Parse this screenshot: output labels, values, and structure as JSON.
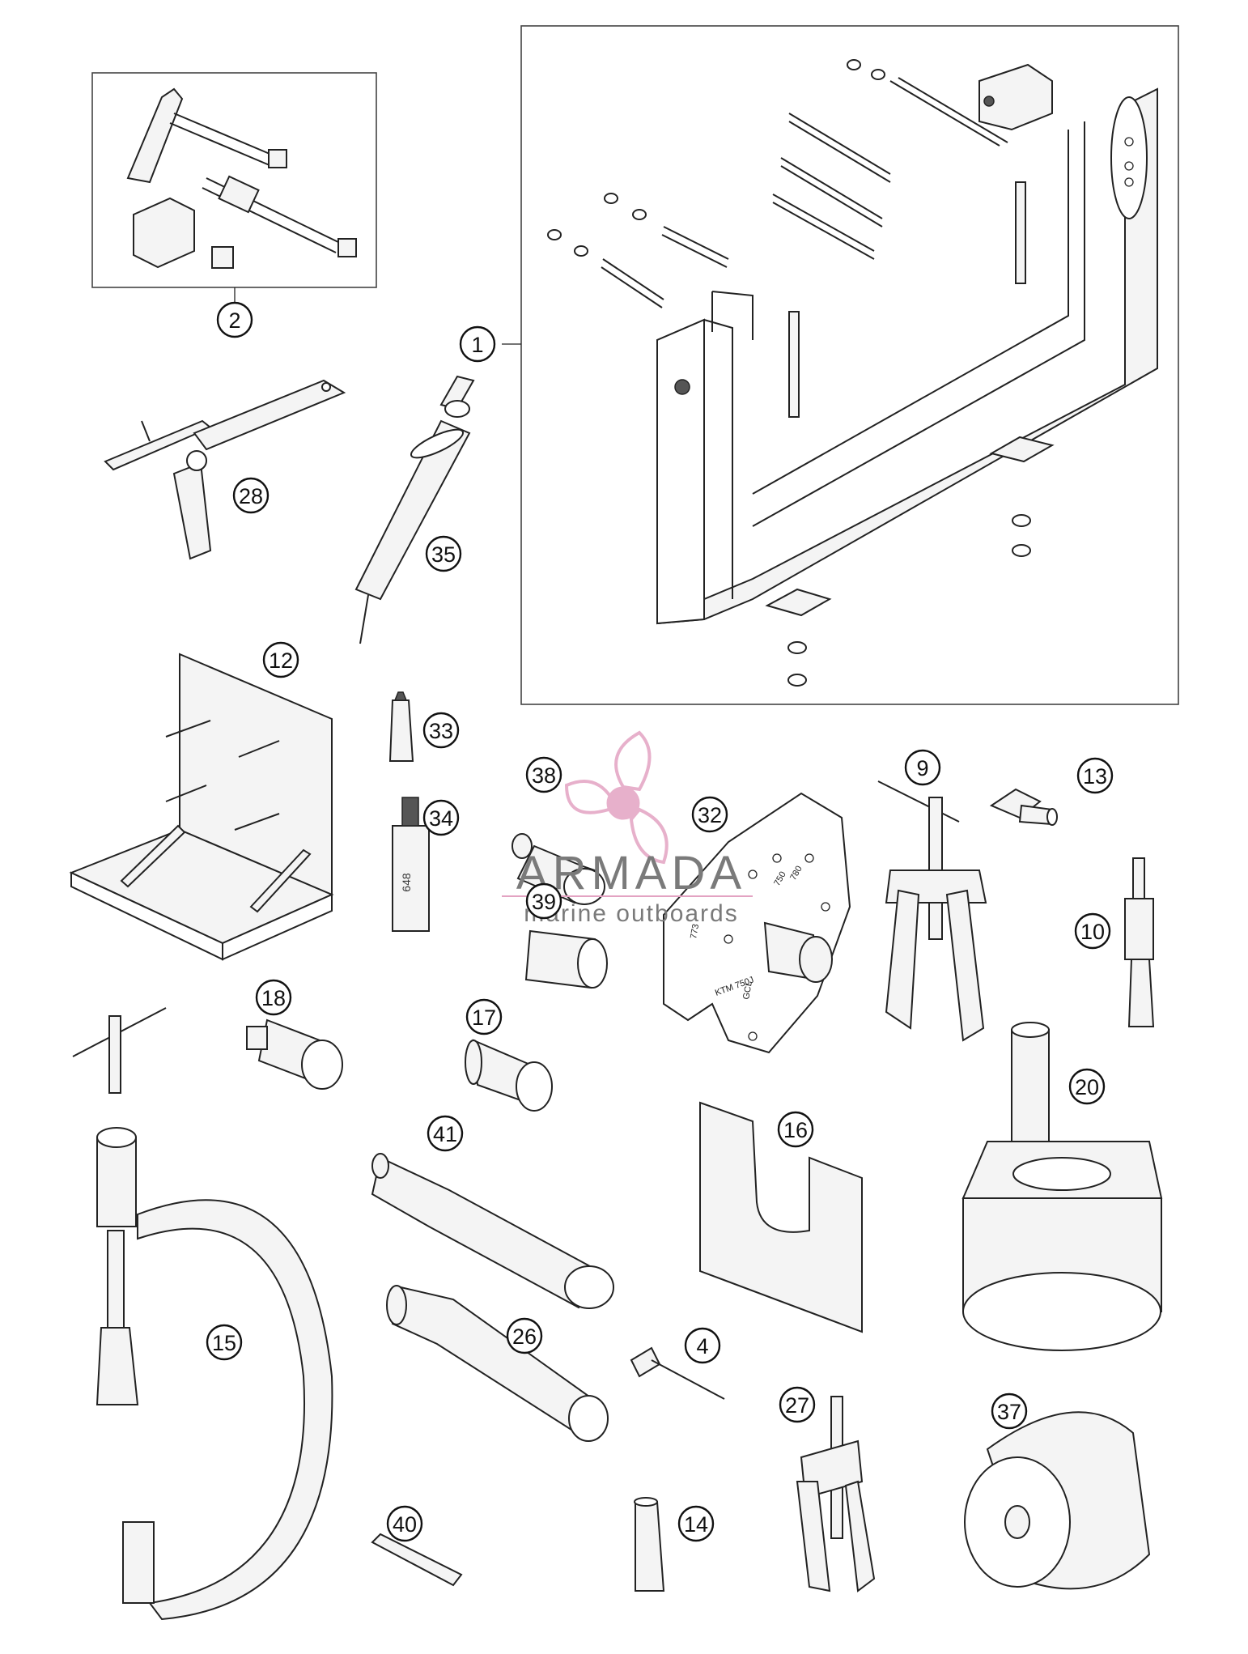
{
  "callouts": [
    {
      "id": "1",
      "label": "1"
    },
    {
      "id": "2",
      "label": "2"
    },
    {
      "id": "28",
      "label": "28"
    },
    {
      "id": "35",
      "label": "35"
    },
    {
      "id": "12",
      "label": "12"
    },
    {
      "id": "33",
      "label": "33"
    },
    {
      "id": "34",
      "label": "34"
    },
    {
      "id": "38",
      "label": "38"
    },
    {
      "id": "32",
      "label": "32"
    },
    {
      "id": "39",
      "label": "39"
    },
    {
      "id": "9",
      "label": "9"
    },
    {
      "id": "13",
      "label": "13"
    },
    {
      "id": "10",
      "label": "10"
    },
    {
      "id": "18",
      "label": "18"
    },
    {
      "id": "17",
      "label": "17"
    },
    {
      "id": "20",
      "label": "20"
    },
    {
      "id": "16",
      "label": "16"
    },
    {
      "id": "41",
      "label": "41"
    },
    {
      "id": "15",
      "label": "15"
    },
    {
      "id": "26",
      "label": "26"
    },
    {
      "id": "4",
      "label": "4"
    },
    {
      "id": "27",
      "label": "27"
    },
    {
      "id": "37",
      "label": "37"
    },
    {
      "id": "40",
      "label": "40"
    },
    {
      "id": "14",
      "label": "14"
    }
  ],
  "watermark": {
    "brand": "ARMADA",
    "tagline": "marine outboards",
    "accent_color": "#e3a3c2"
  },
  "part_markings": {
    "plate_32_a": "750",
    "plate_32_b": "780",
    "plate_32_c": "773",
    "plate_32_d": "KTM 750J",
    "plate_32_e": "GCL",
    "bottle_34": "648"
  }
}
